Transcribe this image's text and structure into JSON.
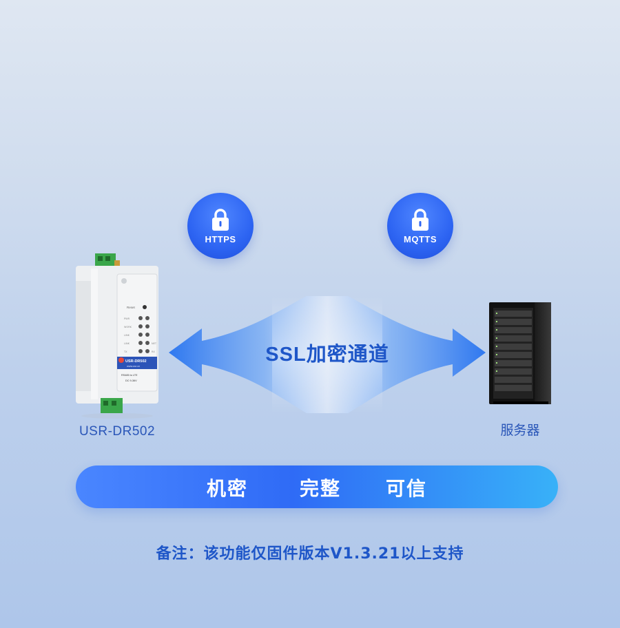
{
  "badges": [
    {
      "label": "HTTPS",
      "icon": "lock-icon"
    },
    {
      "label": "MQTTS",
      "icon": "lock-icon"
    }
  ],
  "tunnel": {
    "label": "SSL加密通道"
  },
  "device": {
    "name": "USR-DR502",
    "panel": {
      "brand": "USR-DR502",
      "site": "www.usr.cn",
      "model": "RS485 to LTE",
      "power": "DC 9-36V",
      "reset": "Reset",
      "leds": [
        "PWR",
        "WORK",
        "LINK",
        "LINK",
        "TX",
        "NET",
        "RX"
      ]
    }
  },
  "server": {
    "label": "服务器"
  },
  "features": [
    "机密",
    "完整",
    "可信"
  ],
  "footnote": "备注：该功能仅固件版本V1.3.21以上支持",
  "colors": {
    "accent_blue": "#2d64f2",
    "label_blue": "#1e56c8",
    "pill_start": "#4a86ff",
    "pill_end": "#38b1f8"
  }
}
